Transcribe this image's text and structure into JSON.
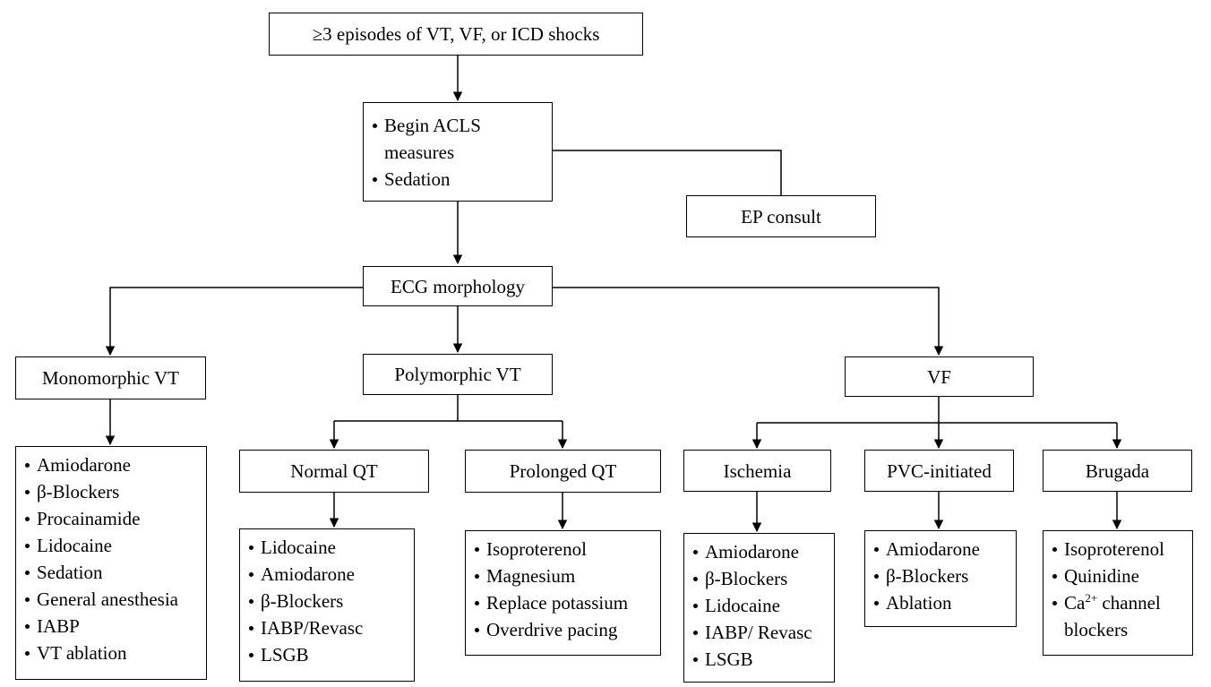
{
  "colors": {
    "line": "#000000",
    "background": "#ffffff",
    "text": "#000000"
  },
  "trigger": "≥3 episodes of VT, VF, or ICD shocks",
  "initial": {
    "items": [
      "Begin ACLS",
      "Sedation"
    ],
    "continuation": "measures"
  },
  "ep_consult": "EP consult",
  "ecg": "ECG morphology",
  "branches": {
    "mono": "Monomorphic VT",
    "poly": "Polymorphic VT",
    "vf": "VF"
  },
  "sub": {
    "normal_qt": "Normal QT",
    "prolonged_qt": "Prolonged QT",
    "ischemia": "Ischemia",
    "pvc": "PVC-initiated",
    "brugada": "Brugada"
  },
  "treatments": {
    "mono": [
      "Amiodarone",
      "β-Blockers",
      "Procainamide",
      "Lidocaine",
      "Sedation",
      "General anesthesia",
      "IABP",
      "VT ablation"
    ],
    "normal_qt": [
      "Lidocaine",
      "Amiodarone",
      "β-Blockers",
      "IABP/Revasc",
      "LSGB"
    ],
    "prolonged_qt": [
      "Isoproterenol",
      "Magnesium",
      "Replace potassium",
      "Overdrive pacing"
    ],
    "ischemia": [
      "Amiodarone",
      "β-Blockers",
      "Lidocaine",
      "IABP/ Revasc",
      "LSGB"
    ],
    "pvc": [
      "Amiodarone",
      "β-Blockers",
      "Ablation"
    ],
    "brugada": {
      "items": [
        "Isoproterenol",
        "Quinidine"
      ],
      "ca_prefix": "Ca",
      "ca_sup": "2+",
      "ca_suffix": " channel",
      "ca_continuation": "blockers"
    }
  }
}
